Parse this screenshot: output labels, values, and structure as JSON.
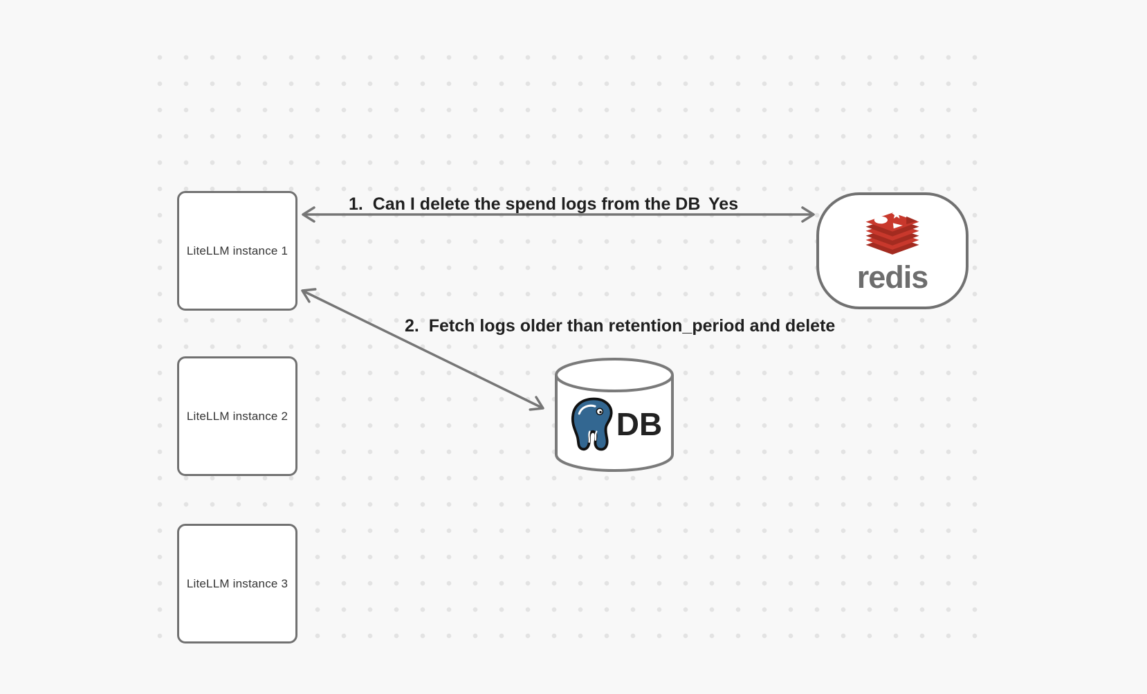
{
  "diagram": {
    "instances": [
      {
        "label": "LiteLLM instance 1"
      },
      {
        "label": "LiteLLM instance 2"
      },
      {
        "label": "LiteLLM instance 3"
      }
    ],
    "redis": {
      "wordmark": "redis"
    },
    "db": {
      "label": "DB"
    },
    "edges": {
      "edge1": {
        "label": "1.  Can I delete the spend logs from the DB",
        "response": "Yes",
        "from": "LiteLLM instance 1",
        "to": "redis",
        "direction": "both"
      },
      "edge2": {
        "label": "2.  Fetch logs older than retention_period and delete",
        "from": "LiteLLM instance 1",
        "to": "DB",
        "direction": "both"
      }
    },
    "colors": {
      "background": "#f8f8f8",
      "dot": "#e3e3e3",
      "stroke": "#717171",
      "label_text": "#1f1f1f",
      "redis_red": "#c8382c",
      "redis_dark_red": "#a32b20",
      "redis_wordmark": "#6d6d6d",
      "postgres_blue": "#336791"
    }
  }
}
